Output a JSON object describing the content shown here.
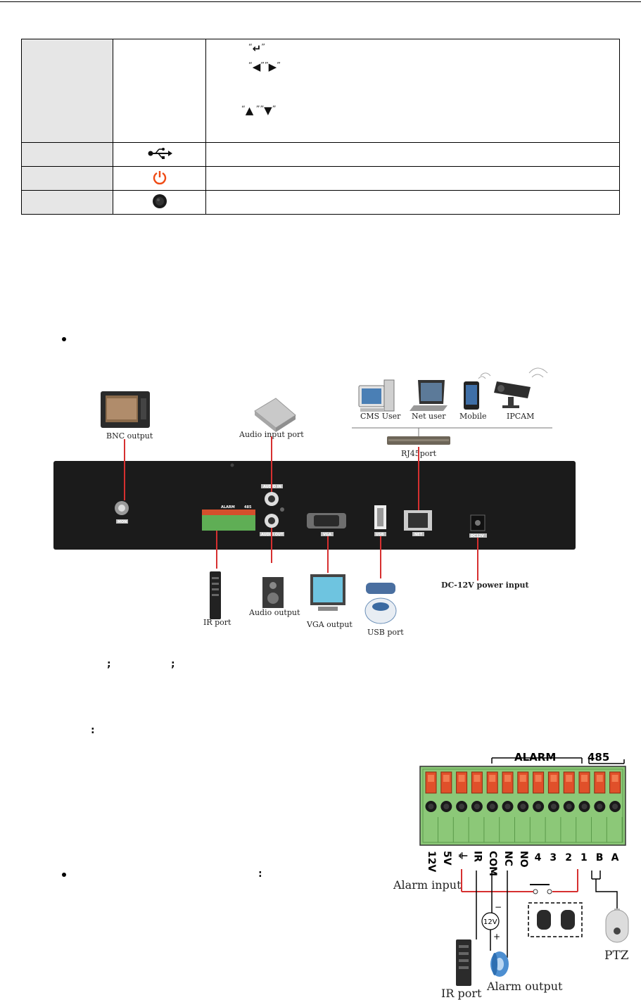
{
  "panel_diagram": {
    "labels": {
      "bnc": "BNC output",
      "audio_in": "Audio input port",
      "cms": "CMS User",
      "net": "Net user",
      "mobile": "Mobile",
      "ipcam": "IPCAM",
      "rj45": "RJ45port",
      "ir": "IR port",
      "audio_out": "Audio output",
      "vga": "VGA output",
      "usb": "USB port",
      "dc": "DC-12V power input"
    },
    "panel_text": {
      "mon": "MON",
      "audio_in": "AUDIO IN",
      "audio_out": "AUDIO OUT",
      "vga": "VGA",
      "usb": "USB",
      "net": "NET",
      "dc": "DC12V",
      "alarm": "ALARM",
      "rs485": "485"
    }
  },
  "terminal_diagram": {
    "header_alarm": "ALARM",
    "header_485": "485",
    "pins": [
      "12V",
      "5V",
      "⏚",
      "IR",
      "COM",
      "NC",
      "NO",
      "4",
      "3",
      "2",
      "1",
      "B",
      "A"
    ],
    "alarm_input": "Alarm input",
    "supply": "12V",
    "minus": "−",
    "plus": "+",
    "ptz": "PTZ",
    "ir_port": "IR port",
    "alarm_output": "Alarm output"
  },
  "colors": {
    "accent_red": "#d63030",
    "terminal_green": "#7fc16a",
    "terminal_red": "#e0502a"
  }
}
